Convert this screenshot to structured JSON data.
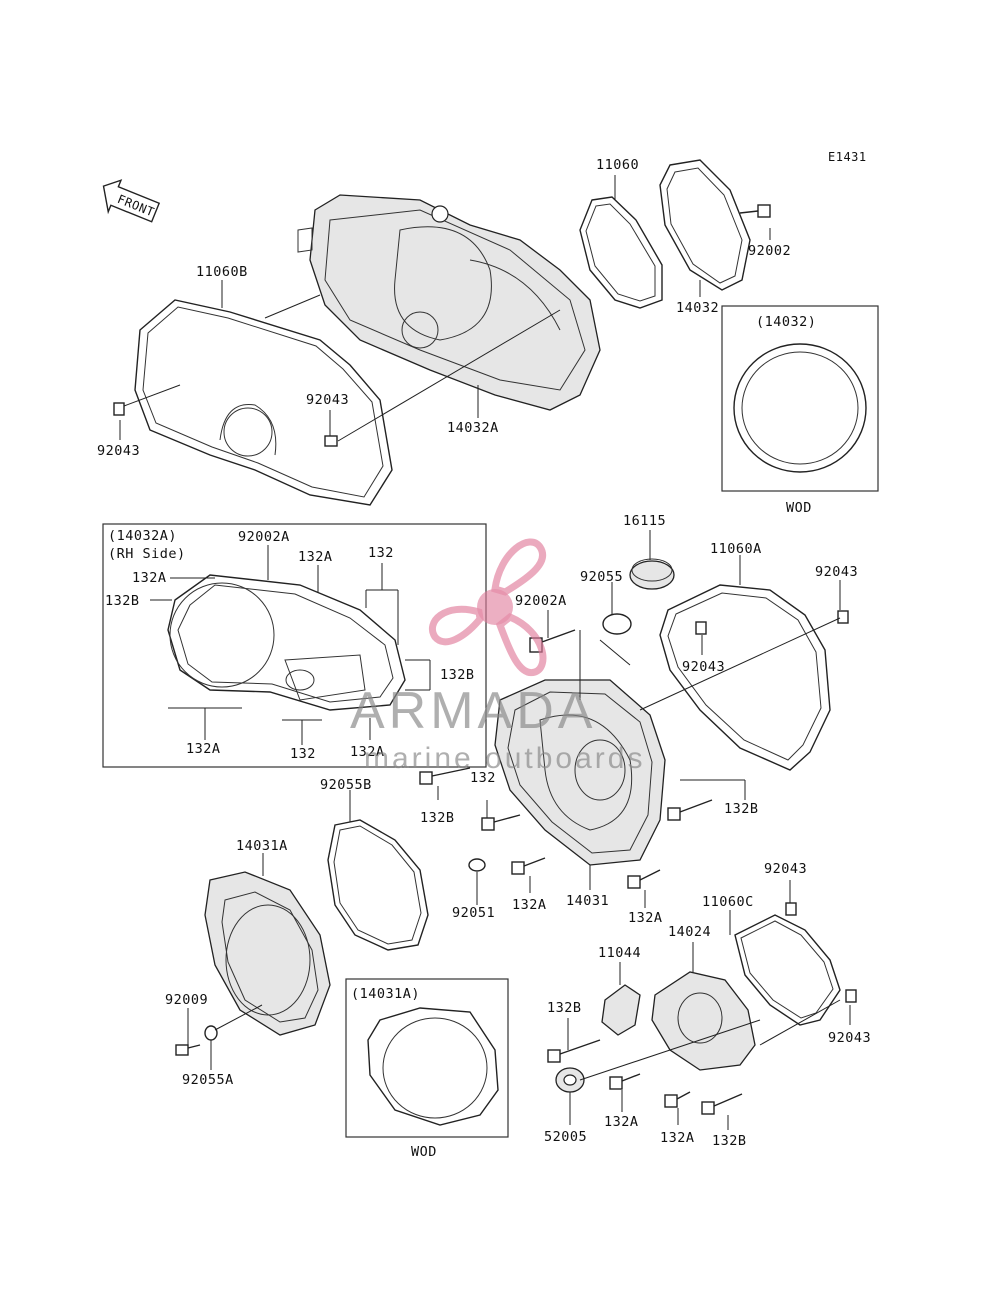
{
  "diagram_code": "E1431",
  "front_label": "FRONT",
  "watermark": {
    "brand": "ARMADA",
    "tagline": "marine outboards",
    "accent": "#e07a9a"
  },
  "inset_boxes": {
    "gasket_14032": {
      "title": "(14032)",
      "footer": "WOD"
    },
    "cover_14032A": {
      "title": "(14032A)",
      "subtitle": "(RH Side)"
    },
    "cover_14031A": {
      "title": "(14031A)",
      "footer": "WOD"
    }
  },
  "labels": {
    "l11060": "11060",
    "l14032": "14032",
    "l92002": "92002",
    "l11060B": "11060B",
    "l92043a": "92043",
    "l92043b": "92043",
    "l14032A": "14032A",
    "i92002A": "92002A",
    "i132A1": "132A",
    "i132a": "132",
    "i132A2": "132A",
    "i132B": "132B",
    "i132Bb": "132B",
    "i132A3": "132A",
    "i132b": "132",
    "i132A4": "132A",
    "l16115": "16115",
    "l11060A": "11060A",
    "l92055": "92055",
    "l92043c": "92043",
    "l92002A": "92002A",
    "l92043d": "92043",
    "l132c": "132",
    "l132Bb": "132B",
    "l132Bc": "132B",
    "l92055B": "92055B",
    "l14031A": "14031A",
    "l92051": "92051",
    "l132Ad": "132A",
    "l14031": "14031",
    "l132Ae": "132A",
    "l92043e": "92043",
    "l11060C": "11060C",
    "l11044": "11044",
    "l14024": "14024",
    "l132Bd": "132B",
    "l92009": "92009",
    "l92055A": "92055A",
    "l92043f": "92043",
    "l52005": "52005",
    "l132Af": "132A",
    "l132Ag": "132A",
    "l132Be": "132B"
  }
}
